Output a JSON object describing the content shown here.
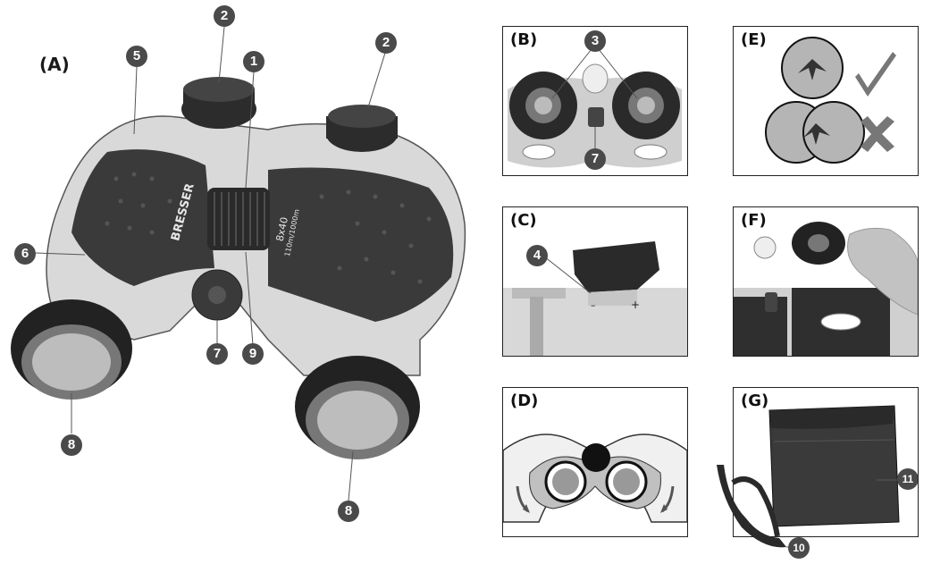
{
  "panels": {
    "a": {
      "label": "(A)"
    },
    "b": {
      "label": "(B)"
    },
    "c": {
      "label": "(C)"
    },
    "d": {
      "label": "(D)"
    },
    "e": {
      "label": "(E)"
    },
    "f": {
      "label": "(F)"
    },
    "g": {
      "label": "(G)"
    }
  },
  "callouts": {
    "one": "1",
    "two": "2",
    "three": "3",
    "four": "4",
    "five": "5",
    "six": "6",
    "seven": "7",
    "eight": "8",
    "nine": "9",
    "ten": "10",
    "eleven": "11"
  },
  "binocular": {
    "brand": "BRESSER",
    "spec_main": "8x40",
    "spec_sub": "110m/1000m"
  },
  "markings": {
    "minus": "–",
    "plus": "+"
  },
  "icons": {
    "check": "check-icon",
    "cross": "cross-icon"
  }
}
